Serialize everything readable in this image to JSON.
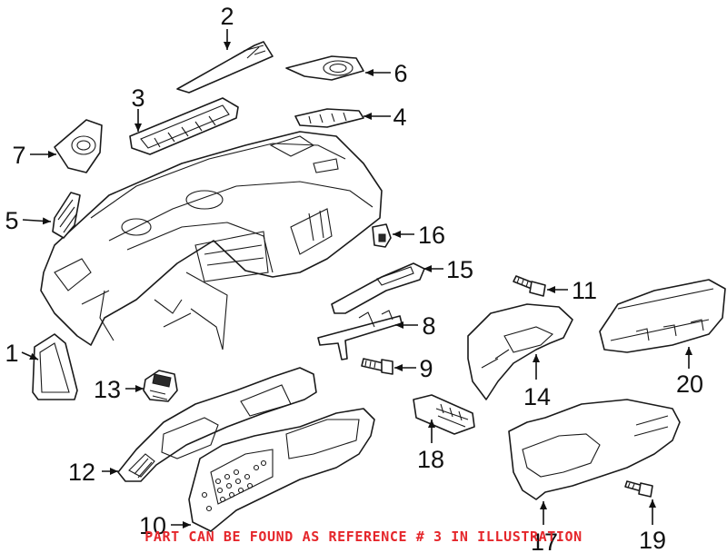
{
  "callouts": [
    "1",
    "2",
    "3",
    "4",
    "5",
    "6",
    "7",
    "8",
    "9",
    "10",
    "11",
    "12",
    "13",
    "14",
    "15",
    "16",
    "17",
    "18",
    "19",
    "20"
  ],
  "note": "PART CAN BE FOUND AS REFERENCE # 3 IN ILLUSTRATION",
  "colors": {
    "note": "#e5262b",
    "line": "#1a1a1a",
    "background": "#ffffff"
  }
}
